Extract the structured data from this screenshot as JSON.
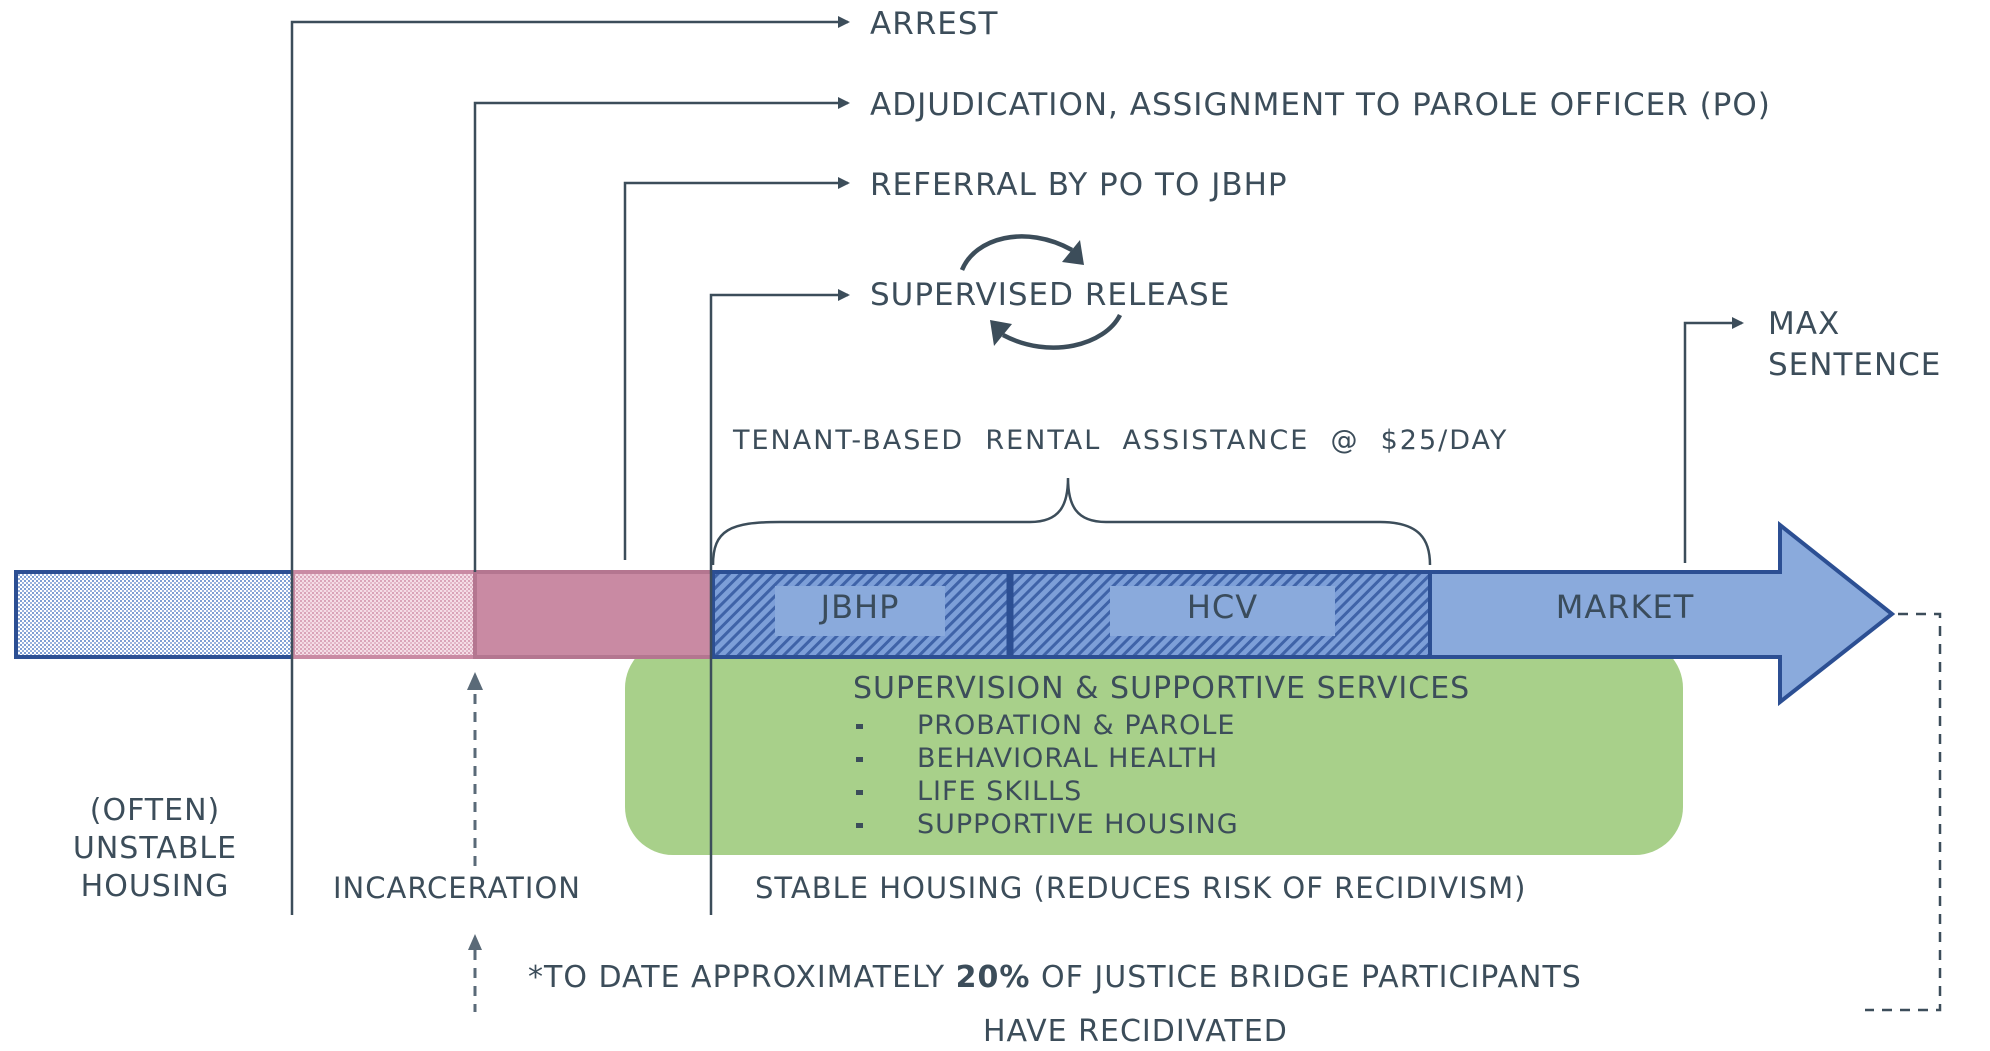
{
  "steps": {
    "arrest": "ARREST",
    "adjudication": "ADJUDICATION, ASSIGNMENT TO PAROLE OFFICER (PO)",
    "referral": "REFERRAL BY PO TO JBHP",
    "supervised_release": "SUPERVISED RELEASE",
    "max_sentence_line1": "MAX",
    "max_sentence_line2": "SENTENCE"
  },
  "rental_assistance": "TENANT-BASED  RENTAL  ASSISTANCE  @  $25/DAY",
  "timeline": {
    "jbhp": "JBHP",
    "hcv": "HCV",
    "market": "MARKET"
  },
  "services": {
    "title": "SUPERVISION & SUPPORTIVE SERVICES",
    "items": [
      "PROBATION & PAROLE",
      "BEHAVIORAL HEALTH",
      "LIFE SKILLS",
      "SUPPORTIVE HOUSING"
    ]
  },
  "phases": {
    "unstable_line1": "(OFTEN)",
    "unstable_line2": "UNSTABLE",
    "unstable_line3": "HOUSING",
    "incarceration": "INCARCERATION",
    "stable": "STABLE HOUSING (REDUCES RISK OF RECIDIVISM)"
  },
  "footnote": {
    "prefix": "*TO DATE APPROXIMATELY ",
    "percent": "20%",
    "suffix": " OF JUSTICE BRIDGE PARTICIPANTS",
    "line2": "HAVE RECIDIVATED"
  },
  "colors": {
    "navy": "#2c4f93",
    "grey_line": "#3c4d5a",
    "blue_fill": "#8aaadc",
    "pink": "#c98aa3",
    "pink_light": "#e8c2d0",
    "green": "#a8d08a",
    "text": "#3c4d5a"
  }
}
